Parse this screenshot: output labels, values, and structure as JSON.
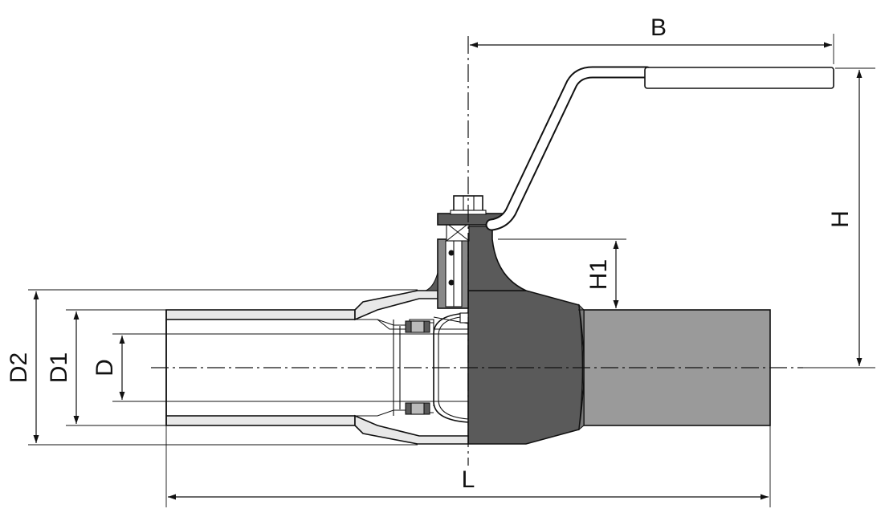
{
  "drawing": {
    "labels": {
      "L": "L",
      "B": "B",
      "H": "H",
      "H1": "H1",
      "D": "D",
      "D1": "D1",
      "D2": "D2"
    },
    "colors": {
      "body_dark": "#5a5a5a",
      "pipe_gray": "#9a9a9a",
      "cut_light": "#e8e8e8",
      "handle_white": "#ffffff",
      "ink": "#111111"
    }
  }
}
